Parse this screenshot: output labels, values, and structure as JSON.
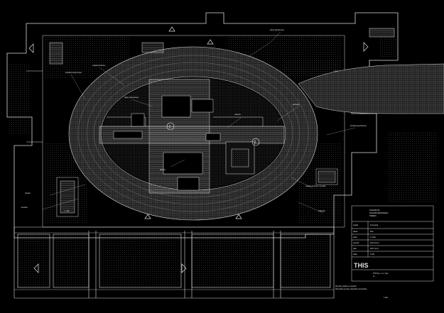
{
  "plan": {
    "background": "#000000",
    "line_color": "#d9d9d9",
    "labels": [
      {
        "id": "lbl-1",
        "text": "plyty kamienne"
      },
      {
        "id": "lbl-2",
        "text": "nawierzchnia"
      },
      {
        "id": "lbl-3",
        "text": "kostka betonowa"
      },
      {
        "id": "lbl-4",
        "text": "schody"
      },
      {
        "id": "lbl-5",
        "text": "kostka granitowa"
      },
      {
        "id": "lbl-6",
        "text": "zieleń"
      },
      {
        "id": "lbl-7",
        "text": "kostka"
      },
      {
        "id": "lbl-8",
        "text": "nawierzchnia z kostki"
      },
      {
        "id": "lbl-9",
        "text": "trawnik"
      },
      {
        "id": "lbl-10",
        "text": "rampa"
      },
      {
        "id": "lbl-11",
        "text": "ławka"
      },
      {
        "id": "lbl-12",
        "text": "płyty betonowe"
      }
    ],
    "big_numbers": [
      "1",
      "1",
      "2",
      "2"
    ],
    "dim_labels": [
      "1 : 100"
    ]
  },
  "title_block": {
    "project_lines": [
      "KONCEPCJA",
      "ZAGOSPODAROWANIA",
      "TERENU"
    ],
    "rows": [
      {
        "k": "projekt",
        "v": "Koncepcja"
      },
      {
        "k": "obiekt",
        "v": "Plac"
      },
      {
        "k": "adres",
        "v": "ul. Plac"
      },
      {
        "k": "rysunek",
        "v": "Rzut terenu"
      },
      {
        "k": "data",
        "v": "2017.10.11"
      },
      {
        "k": "skala",
        "v": "1:100"
      }
    ],
    "logo": "THIS",
    "address": [
      "THIS Sp. z o.o. Sp.k",
      "ul. ..."
    ],
    "notes": [
      "Wymiary podane w metrach.",
      "Wszystkie wymiary sprawdzić na budowie."
    ],
    "scale": "1:100"
  }
}
